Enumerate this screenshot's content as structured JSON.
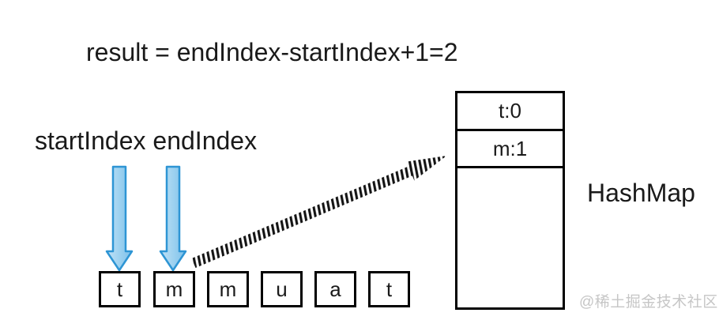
{
  "formula": "result = endIndex-startIndex+1=2",
  "pointers": {
    "label": "startIndex endIndex",
    "start_arrow": "down-arrow-icon",
    "end_arrow": "down-arrow-icon"
  },
  "array": {
    "cells": [
      "t",
      "m",
      "m",
      "u",
      "a",
      "t"
    ]
  },
  "hashmap": {
    "title": "HashMap",
    "entries": [
      "t:0",
      "m:1"
    ]
  },
  "connector": {
    "style": "hatched-arrow",
    "from": "cell m (endIndex)",
    "to": "HashMap table"
  },
  "watermark": "@稀土掘金技术社区",
  "colors": {
    "background": "#ffffff",
    "text": "#1a1a1a",
    "box_border": "#000000",
    "arrow_fill_light": "#c2e1f6",
    "arrow_fill_dark": "#7ec0ea",
    "arrow_stroke": "#2e95d4",
    "hatch": "#141414",
    "watermark": "#c6c6c6"
  }
}
